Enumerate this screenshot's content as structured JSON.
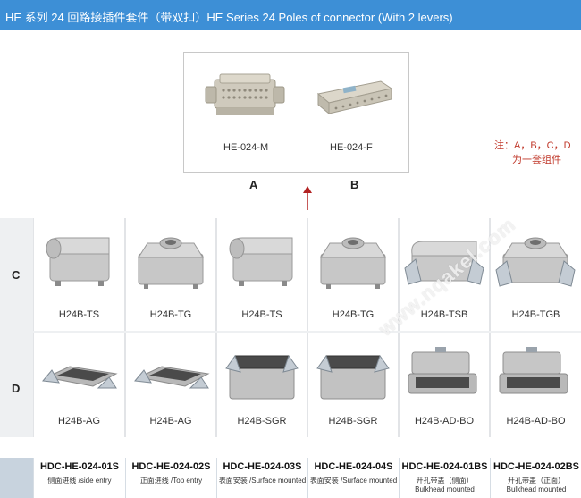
{
  "title": "HE 系列 24 回路接插件套件（带双扣）HE Series 24 Poles of connector (With 2 levers)",
  "top": {
    "connectors": [
      {
        "label": "HE-024-M",
        "letter": "A"
      },
      {
        "label": "HE-024-F",
        "letter": "B"
      }
    ],
    "note_line1": "注：A，B，C，D",
    "note_line2": "为一套组件"
  },
  "rows": {
    "c_letter": "C",
    "d_letter": "D",
    "c_items": [
      "H24B-TS",
      "H24B-TG",
      "H24B-TS",
      "H24B-TG",
      "H24B-TSB",
      "H24B-TGB"
    ],
    "d_items": [
      "H24B-AG",
      "H24B-AG",
      "H24B-SGR",
      "H24B-SGR",
      "H24B-AD-BO",
      "H24B-AD-BO"
    ]
  },
  "codes": [
    {
      "code": "HDC-HE-024-01S",
      "sub1": "侧面进线 /side entry",
      "sub2": ""
    },
    {
      "code": "HDC-HE-024-02S",
      "sub1": "正面进线 /Top entry",
      "sub2": ""
    },
    {
      "code": "HDC-HE-024-03S",
      "sub1": "表面安装 /Surface mounted",
      "sub2": ""
    },
    {
      "code": "HDC-HE-024-04S",
      "sub1": "表面安装 /Surface mounted",
      "sub2": ""
    },
    {
      "code": "HDC-HE-024-01BS",
      "sub1": "开孔带盖（侧面）",
      "sub2": "Bulkhead mounted"
    },
    {
      "code": "HDC-HE-024-02BS",
      "sub1": "开孔带盖（正面）",
      "sub2": "Bulkhead mounted"
    }
  ],
  "watermark": "www.nqakel.com",
  "colors": {
    "title_bar": "#3d8fd6",
    "note": "#c0392b",
    "arrow": "#b22222",
    "grid_bg": "#eef0f2",
    "strip": "#c8d3de"
  }
}
